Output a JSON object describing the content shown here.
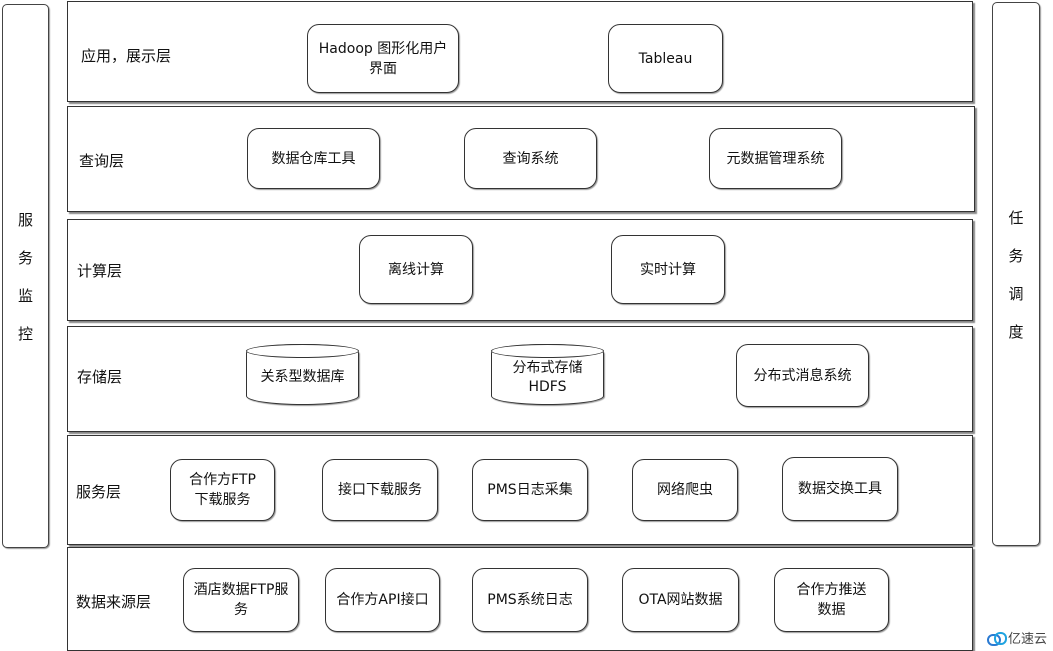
{
  "side_left": {
    "chars": [
      "服",
      "务",
      "监",
      "控"
    ]
  },
  "side_right": {
    "chars": [
      "任",
      "务",
      "调",
      "度"
    ]
  },
  "layers": {
    "app": {
      "label": "应用，展示层",
      "items": [
        "Hadoop 图形化用户\n界面",
        "Tableau"
      ]
    },
    "query": {
      "label": "查询层",
      "items": [
        "数据仓库工具",
        "查询系统",
        "元数据管理系统"
      ]
    },
    "compute": {
      "label": "计算层",
      "items": [
        "离线计算",
        "实时计算"
      ]
    },
    "storage": {
      "label": "存储层",
      "items": [
        "关系型数据库",
        "分布式存储\nHDFS",
        "分布式消息系统"
      ]
    },
    "service": {
      "label": "服务层",
      "items": [
        "合作方FTP\n下载服务",
        "接口下载服务",
        "PMS日志采集",
        "网络爬虫",
        "数据交换工具"
      ]
    },
    "source": {
      "label": "数据来源层",
      "items": [
        "酒店数据FTP服\n务",
        "合作方API接口",
        "PMS系统日志",
        "OTA网站数据",
        "合作方推送\n数据"
      ]
    }
  },
  "watermark": {
    "text": "亿速云"
  }
}
